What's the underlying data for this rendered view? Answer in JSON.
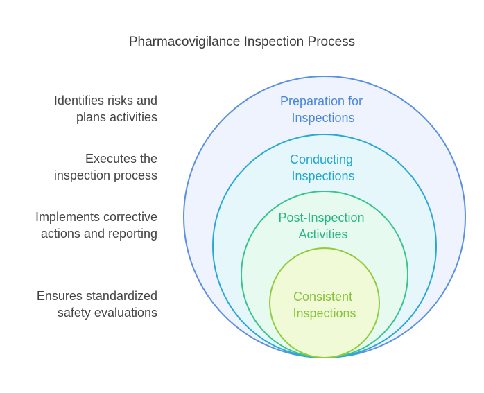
{
  "title": "Pharmacovigilance Inspection Process",
  "layers": [
    {
      "label_lines": [
        "Preparation for",
        "Inspections"
      ],
      "description_lines": [
        "Identifies risks and",
        "plans activities"
      ],
      "stroke": "#5b8fe0",
      "fill": "#eef3fd",
      "text_color": "#4a86dd"
    },
    {
      "label_lines": [
        "Conducting",
        "Inspections"
      ],
      "description_lines": [
        "Executes the",
        "inspection process"
      ],
      "stroke": "#2aa8d4",
      "fill": "#e6f7fc",
      "text_color": "#1fa6cf"
    },
    {
      "label_lines": [
        "Post-Inspection",
        "Activities"
      ],
      "description_lines": [
        "Implements corrective",
        "actions and reporting"
      ],
      "stroke": "#38c48c",
      "fill": "#e7faf0",
      "text_color": "#27b67e"
    },
    {
      "label_lines": [
        "Consistent",
        "Inspections"
      ],
      "description_lines": [
        "Ensures standardized",
        "safety evaluations"
      ],
      "stroke": "#8fcc3e",
      "fill": "#f0fad6",
      "text_color": "#86c23a"
    }
  ]
}
